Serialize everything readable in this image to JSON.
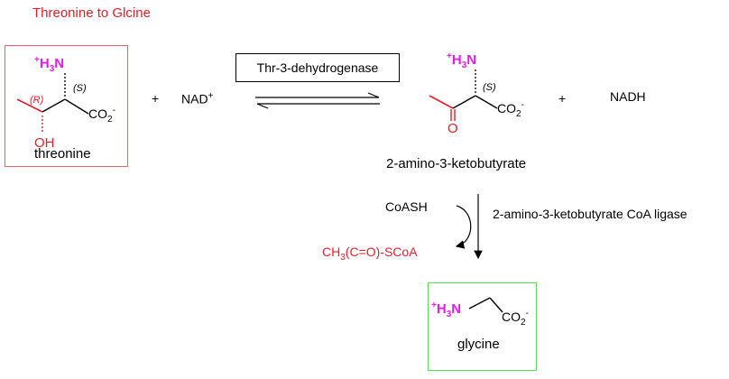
{
  "title": "Threonine to Glcine",
  "enzyme_1": "Thr-3-dehydrogenase",
  "enzyme_2": "2-amino-3-ketobutyrate CoA ligase",
  "plus": "+",
  "nad": {
    "base": "NAD",
    "sup": "+"
  },
  "nadh": "NADH",
  "coash": "CoASH",
  "byproduct": {
    "a": "CH",
    "sub": "3",
    "b": "(C=O)-SCoA"
  },
  "threonine": {
    "name": "threonine",
    "amine": {
      "sup": "+",
      "text": "H",
      "sub": "3",
      "n": "N"
    },
    "stereo_r": "(R)",
    "stereo_s": "(S)",
    "oh": "OH",
    "carboxylate": {
      "text": "CO",
      "sub": "2",
      "sup": "-"
    }
  },
  "ketobutyrate": {
    "name": "2-amino-3-ketobutyrate",
    "amine": {
      "sup": "+",
      "text": "H",
      "sub": "3",
      "n": "N"
    },
    "stereo_s": "(S)",
    "oxygen": "O",
    "carboxylate": {
      "text": "CO",
      "sub": "2",
      "sup": "-"
    }
  },
  "glycine": {
    "name": "glycine",
    "amine": {
      "sup": "+",
      "text": "H",
      "sub": "3",
      "n": "N"
    },
    "carboxylate": {
      "text": "CO",
      "sub": "2",
      "sup": "-"
    }
  },
  "colors": {
    "red": "#e0202a",
    "magenta": "#e61be6",
    "green_box": "#56e04f",
    "red_box": "#e8636b"
  }
}
